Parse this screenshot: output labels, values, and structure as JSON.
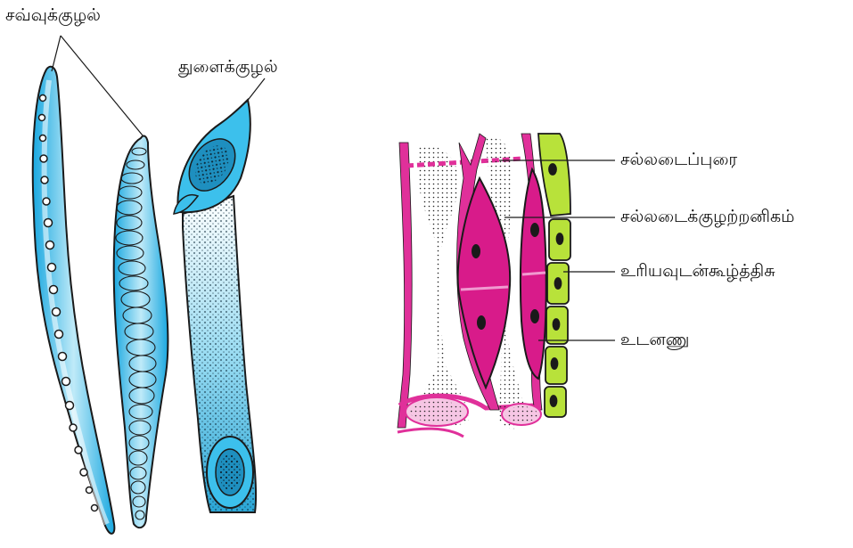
{
  "labels": {
    "tracheid": "சவ்வுக்குழல்",
    "vessel": "துளைக்குழல்",
    "sieve_plate": "சல்லடைப்புரை",
    "sieve_tube": "சல்லடைக்குழற்றனிகம்",
    "companion_tissue": "உரியவுடன்கூழ்த்திசு",
    "companion_cell": "உடனணு"
  },
  "colors": {
    "xylem_fill": "#3cc0ec",
    "xylem_light": "#e8f8fd",
    "phloem_magenta": "#e0309a",
    "phloem_pink": "#f09ad0",
    "parenchyma_green": "#b8e23a",
    "outline": "#1a1a1a"
  }
}
